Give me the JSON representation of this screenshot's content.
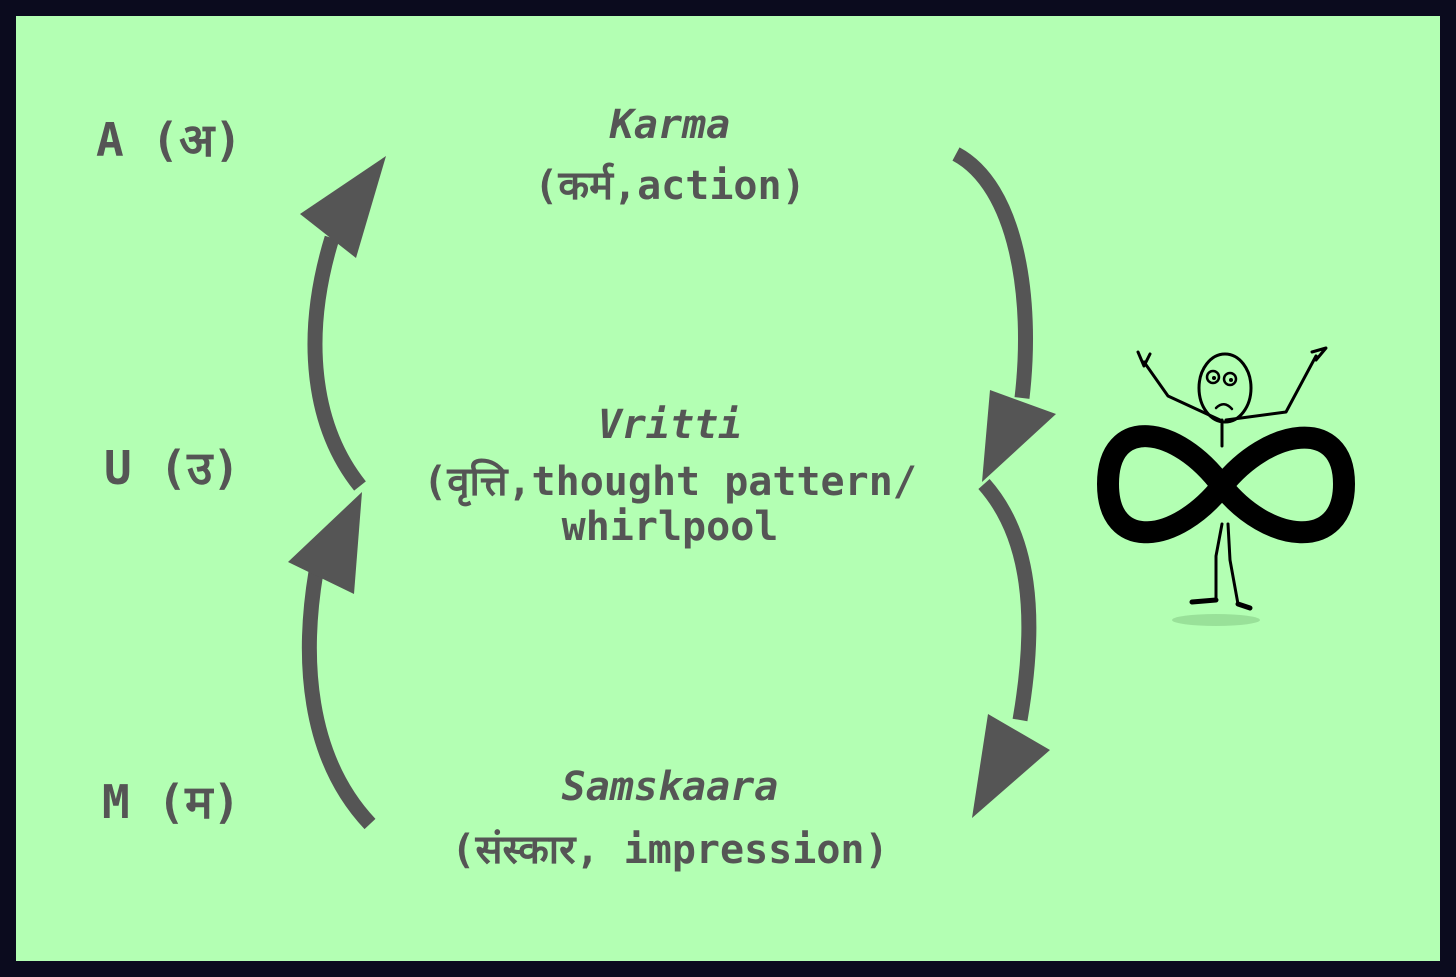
{
  "syllables": {
    "a": "A (अ)",
    "u": "U (उ)",
    "m": "M (म)"
  },
  "nodes": {
    "karma": {
      "name": "Karma",
      "detail": "(कर्म,action)"
    },
    "vritti": {
      "name": "Vritti",
      "detail_line1": "(वृत्ति,thought pattern/",
      "detail_line2": "whirlpool"
    },
    "samskaara": {
      "name": "Samskaara",
      "detail": "(संस्कार, impression)"
    }
  },
  "icons": {
    "arrows": "curved-arrow-icon",
    "figure": "stick-figure-infinity-icon"
  },
  "colors": {
    "background": "#b3ffb3",
    "frame": "#0b0b1e",
    "text": "#555555",
    "arrow": "#555555"
  }
}
